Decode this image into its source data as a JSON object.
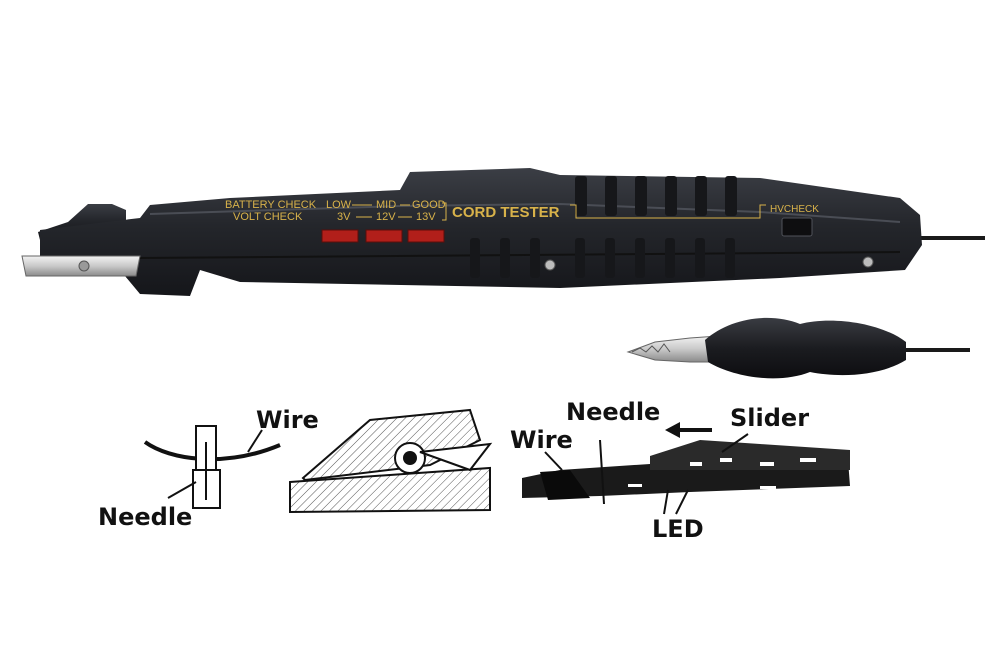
{
  "product": {
    "battery_check": "BATTERY CHECK",
    "volt_check": "VOLT CHECK",
    "level_low": "LOW",
    "level_mid": "MID",
    "level_good": "GOOD",
    "volt_3": "3V",
    "volt_12": "12V",
    "volt_13": "13V",
    "name": "CORD  TESTER",
    "hv_check": "HVCHECK"
  },
  "diagrams": {
    "left_wire": "Wire",
    "left_needle": "Needle",
    "right_wire": "Wire",
    "right_needle": "Needle",
    "right_slider": "Slider",
    "right_led": "LED"
  },
  "colors": {
    "body": "#24262b",
    "body_highlight": "#3a3d43",
    "gold_text": "#d8b24a",
    "led_red": "#b11f1a",
    "clip_metal": "#d9d9d9"
  }
}
